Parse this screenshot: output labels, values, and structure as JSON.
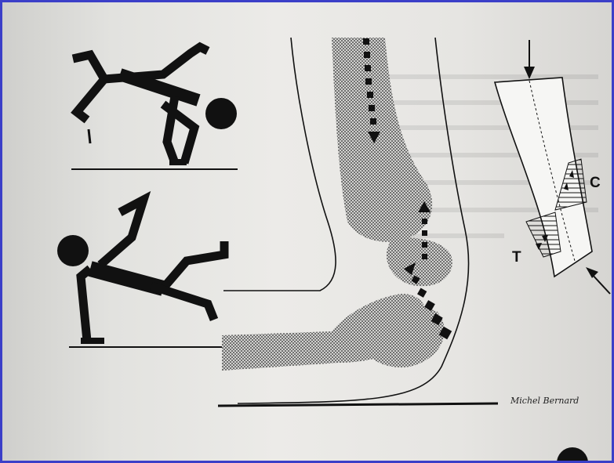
{
  "figure": {
    "labels": {
      "compression": "C",
      "tension": "T"
    },
    "signature": "Michel Bernard"
  },
  "colors": {
    "ink": "#111111",
    "paper": "#ecebe8",
    "frame": "#3b3fc8"
  }
}
